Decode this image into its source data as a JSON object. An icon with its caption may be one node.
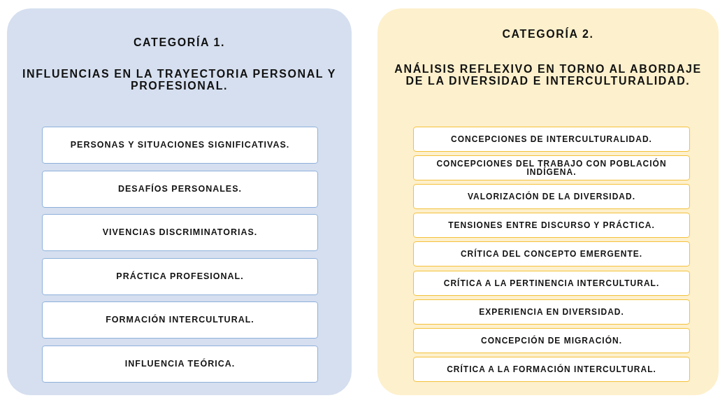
{
  "diagram": {
    "nodes": [
      {
        "text": [
          "CATEGORÍA 1.",
          "INFLUENCIAS EN LA TRAYECTORIA PERSONAL Y PROFESIONAL."
        ]
      },
      {
        "text": [
          "PERSONAS Y SITUACIONES SIGNIFICATIVAS."
        ],
        "in": 0
      },
      {
        "text": [
          "DESAFÍOS PERSONALES."
        ],
        "in": 0
      },
      {
        "text": [
          "VIVENCIAS DISCRIMINATORIAS."
        ],
        "in": 0
      },
      {
        "text": [
          "PRÁCTICA PROFESIONAL."
        ],
        "in": 0
      },
      {
        "text": [
          "FORMACIÓN INTERCULTURAL."
        ],
        "in": 0
      },
      {
        "text": [
          "INFLUENCIA TEÓRICA."
        ],
        "in": 0
      },
      {
        "text": [
          "CATEGORÍA 2.",
          "ANÁLISIS REFLEXIVO EN TORNO AL ABORDAJE DE LA DIVERSIDAD E INTERCULTURALIDAD."
        ]
      },
      {
        "text": [
          "CONCEPCIONES DE INTERCULTURALIDAD."
        ],
        "in": 7
      },
      {
        "text": [
          "CONCEPCIONES DEL TRABAJO CON POBLACIÓN INDÍGENA."
        ],
        "in": 7
      },
      {
        "text": [
          "VALORIZACIÓN DE LA DIVERSIDAD."
        ],
        "in": 7
      },
      {
        "text": [
          "TENSIONES ENTRE DISCURSO Y PRÁCTICA."
        ],
        "in": 7
      },
      {
        "text": [
          "CRÍTICA DEL CONCEPTO EMERGENTE."
        ],
        "in": 7
      },
      {
        "text": [
          "CRÍTICA A LA PERTINENCIA INTERCULTURAL."
        ],
        "in": 7
      },
      {
        "text": [
          "EXPERIENCIA EN DIVERSIDAD."
        ],
        "in": 7
      },
      {
        "text": [
          "CONCEPCIÓN DE MIGRACIÓN."
        ],
        "in": 7
      },
      {
        "text": [
          "CRÍTICA A LA FORMACIÓN INTERCULTURAL."
        ],
        "in": 7
      }
    ]
  }
}
